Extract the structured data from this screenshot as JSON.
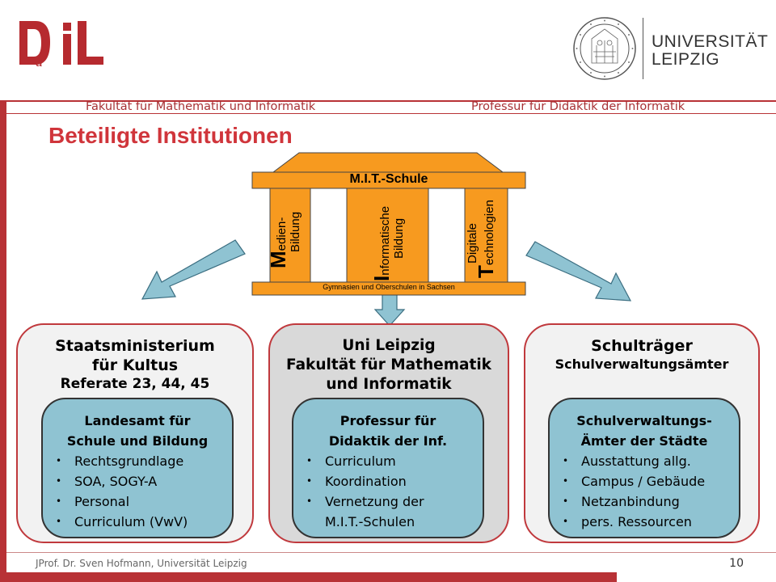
{
  "header": {
    "left": "Fakultät für Mathematik und Informatik",
    "right": "Professur für Didaktik der Informatik"
  },
  "logos": {
    "dil": "DiL",
    "university_line1": "UNIVERSITÄT",
    "university_line2": "LEIPZIG"
  },
  "title": "Beteiligte Institutionen",
  "temple": {
    "title": "M.I.T.-Schule",
    "base": "Gymnasien und Oberschulen in Sachsen",
    "pillars": [
      {
        "initial": "M",
        "rest": "edien-",
        "line2": "Bildung"
      },
      {
        "initial": "I",
        "rest": "nformatische",
        "line2": "Bildung"
      },
      {
        "line1": "Digitale",
        "initial": "T",
        "rest": "echnologien"
      }
    ]
  },
  "boxes": [
    {
      "title_lines": [
        "Staatsministerium",
        "für Kultus",
        "Referate 23, 44, 45"
      ],
      "inner_title": [
        "Landesamt für",
        "Schule und Bildung"
      ],
      "items": [
        "Rechtsgrundlage",
        "SOA, SOGY-A",
        "Personal",
        "Curriculum (VwV)"
      ]
    },
    {
      "title_lines": [
        "Uni Leipzig",
        "Fakultät für Mathematik",
        "und Informatik"
      ],
      "inner_title": [
        "Professur für",
        "Didaktik der Inf."
      ],
      "items": [
        "Curriculum",
        "Koordination",
        "Vernetzung der",
        "M.I.T.-Schulen"
      ]
    },
    {
      "title_lines": [
        "Schulträger",
        "Schulverwaltungsämter"
      ],
      "inner_title": [
        "Schulverwaltungs-",
        "Ämter der Städte"
      ],
      "items": [
        "Ausstattung allg.",
        "Campus / Gebäude",
        "Netzanbindung",
        "pers. Ressourcen"
      ]
    }
  ],
  "footer": {
    "author": "JProf. Dr. Sven Hofmann, Universität Leipzig",
    "page": "10"
  },
  "colors": {
    "accent_red": "#c0393d",
    "temple_orange": "#f79a1f",
    "box_blue": "#8fc3d2",
    "arrow_blue": "#8fc3d2"
  }
}
